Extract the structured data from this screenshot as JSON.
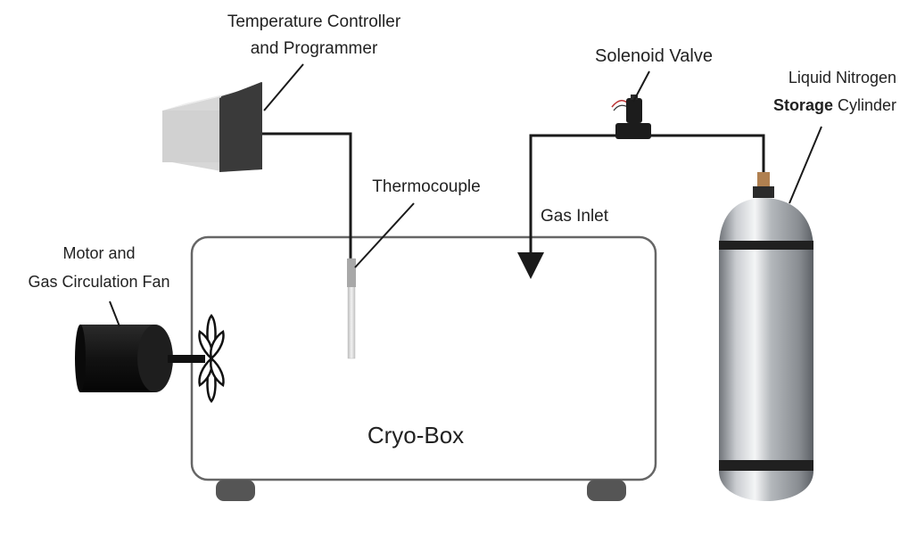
{
  "labels": {
    "temp_controller_line1": "Temperature Controller",
    "temp_controller_line2": "and Programmer",
    "solenoid_valve": "Solenoid Valve",
    "ln2_line1": "Liquid Nitrogen",
    "ln2_line2_bold": "Storage",
    "ln2_line2_rest": " Cylinder",
    "thermocouple": "Thermocouple",
    "gas_inlet": "Gas Inlet",
    "motor_line1": "Motor and",
    "motor_line2": "Gas Circulation Fan",
    "cryo_box": "Cryo-Box"
  },
  "colors": {
    "pipe": "#1a1a1a",
    "box_stroke": "#666666",
    "cylinder_body": "#b9bcc0",
    "motor": "#161616",
    "controller_face": "#d3d3d3",
    "controller_panel": "#3a3a3a",
    "feet": "#555555",
    "valve_cap": "#b08050"
  }
}
